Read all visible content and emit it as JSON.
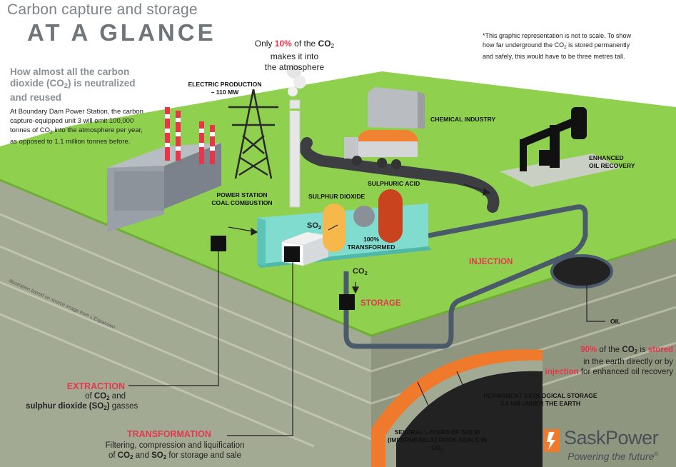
{
  "header": {
    "title_line1": "Carbon capture and storage",
    "title_line2": "AT A GLANCE"
  },
  "intro": {
    "heading_a": "How almost all the carbon",
    "heading_b1": "dioxide (CO",
    "heading_b_sub": "2",
    "heading_b2": ") is neutralized",
    "heading_c": "and reused",
    "body_1": "At Boundary Dam Power Station, the carbon",
    "body_2": "capture-equipped unit 3 will emit 100,000",
    "body_3a": "tonnes of CO",
    "body_3_sub": "2",
    "body_3b": " into the atmosphere per year,",
    "body_4": "as opposed to 1.1 million tonnes before."
  },
  "atmosphere_note": {
    "pre": "Only ",
    "pct": "10%",
    "mid": " of the ",
    "co": "CO",
    "sub": "2",
    "line2": "makes it into",
    "line3": "the atmosphere"
  },
  "scale_note": {
    "line1": "*This graphic representation is not to scale. To show",
    "line2a": "how far underground the CO",
    "line2_sub": "2",
    "line2b": " is stored permanently",
    "line3": "and safely, this would have to be three metres tall."
  },
  "labels": {
    "electric_1": "ELECTRIC PRODUCTION",
    "electric_2": "– 110 MW",
    "chemical": "CHEMICAL INDUSTRY",
    "eor_1": "ENHANCED",
    "eor_2": "OIL RECOVERY",
    "power_1": "POWER STATION",
    "power_2": "COAL COMBUSTION",
    "sulphur_dioxide": "SULPHUR DIOXIDE",
    "sulphuric_acid": "SULPHURIC ACID",
    "so": "SO",
    "so_sub": "2",
    "transformed_1": "100%",
    "transformed_2": "TRANSFORMED",
    "co": "CO",
    "co_sub": "2",
    "injection": "INJECTION",
    "storage": "STORAGE",
    "oil": "OIL",
    "permanent_1": "PERMANENT GEOLOGICAL STORAGE",
    "permanent_2": "3.4 KM UNDER THE EARTH",
    "rock_1": "SEVERAL LAYERS OF SOLID",
    "rock_2a": "(IMPERMEABLE) ROCK SEALS IN CO",
    "rock_2_sub": "2",
    "credit": "Illustration based on source image from L'Expansion"
  },
  "callouts": {
    "extraction_title": "EXTRACTION",
    "extraction_1a": "of ",
    "extraction_1b": "CO",
    "extraction_1_sub": "2",
    "extraction_1c": " and",
    "extraction_2a": "sulphur dioxide (SO",
    "extraction_2_sub": "2",
    "extraction_2b": ")",
    "extraction_2c": " gasses",
    "transformation_title": "TRANSFORMATION",
    "transformation_1": "Filtering, compression and liquification",
    "transformation_2a": "of ",
    "transformation_2b": "CO",
    "transformation_2_sub": "2",
    "transformation_2c": " and ",
    "transformation_2d": "SO",
    "transformation_2_sub2": "2",
    "transformation_2e": " for storage and sale",
    "stored_pct": "90%",
    "stored_1a": " of the ",
    "stored_1b": "CO",
    "stored_1_sub": "2",
    "stored_1c": " is ",
    "stored_word": "stored",
    "stored_2": "in the earth directly or by",
    "stored_3a": "injection",
    "stored_3b": " for enhanced oil recovery"
  },
  "logo": {
    "name": "SaskPower",
    "tagline": "Powering the future",
    "mark": "®",
    "icon": "saskpower-logo-icon"
  },
  "colors": {
    "accent_red": "#e8354a",
    "grass": "#8fd14f",
    "earth": "#9ea58e",
    "teal": "#6fd2c5",
    "orange": "#f08232"
  }
}
